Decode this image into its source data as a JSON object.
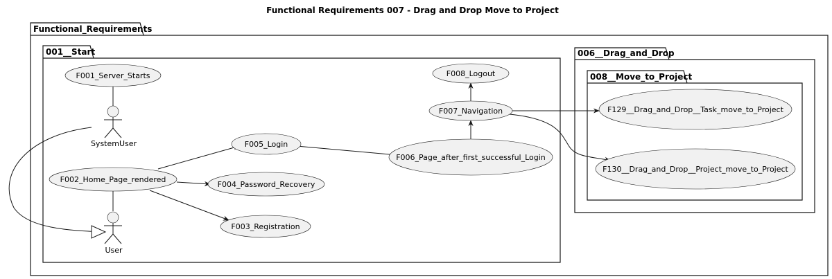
{
  "title": "Functional Requirements 007 - Drag and Drop Move to Project",
  "packages": {
    "root": "Functional_Requirements",
    "start": "001__Start",
    "dnd": "006__Drag_and_Drop",
    "move": "008__Move_to_Project"
  },
  "actors": {
    "system_user": "SystemUser",
    "user": "User"
  },
  "use_cases": {
    "f001": "F001_Server_Starts",
    "f002": "F002_Home_Page_rendered",
    "f003": "F003_Registration",
    "f004": "F004_Password_Recovery",
    "f005": "F005_Login",
    "f006": "F006_Page_after_first_successful_Login",
    "f007": "F007_Navigation",
    "f008": "F008_Logout",
    "f129": "F129__Drag_and_Drop__Task_move_to_Project",
    "f130": "F130__Drag_and_Drop__Project_move_to_Project"
  },
  "colors": {
    "element_fill": "#f1f1f1",
    "stroke": "#181818",
    "background": "#ffffff"
  }
}
